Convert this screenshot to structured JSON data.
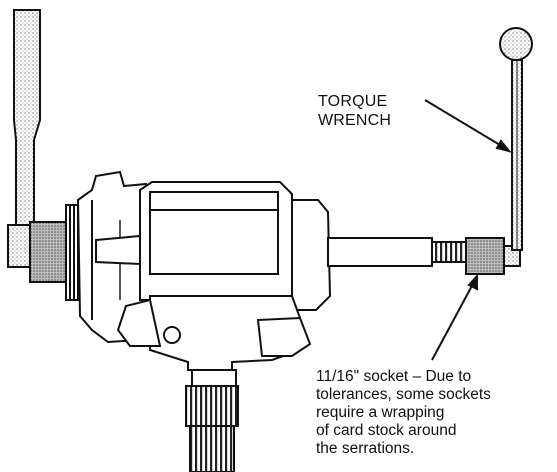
{
  "figure": {
    "callouts": {
      "torque_wrench": [
        "TORQUE",
        "WRENCH"
      ],
      "socket_note": [
        "11/16\" socket – Due to",
        "tolerances, some sockets",
        "require a wrapping",
        "of card stock around",
        "the serrations."
      ]
    },
    "colors": {
      "ink": "#111111",
      "background": "#ffffff",
      "stipple": "#8a8a8a"
    }
  }
}
